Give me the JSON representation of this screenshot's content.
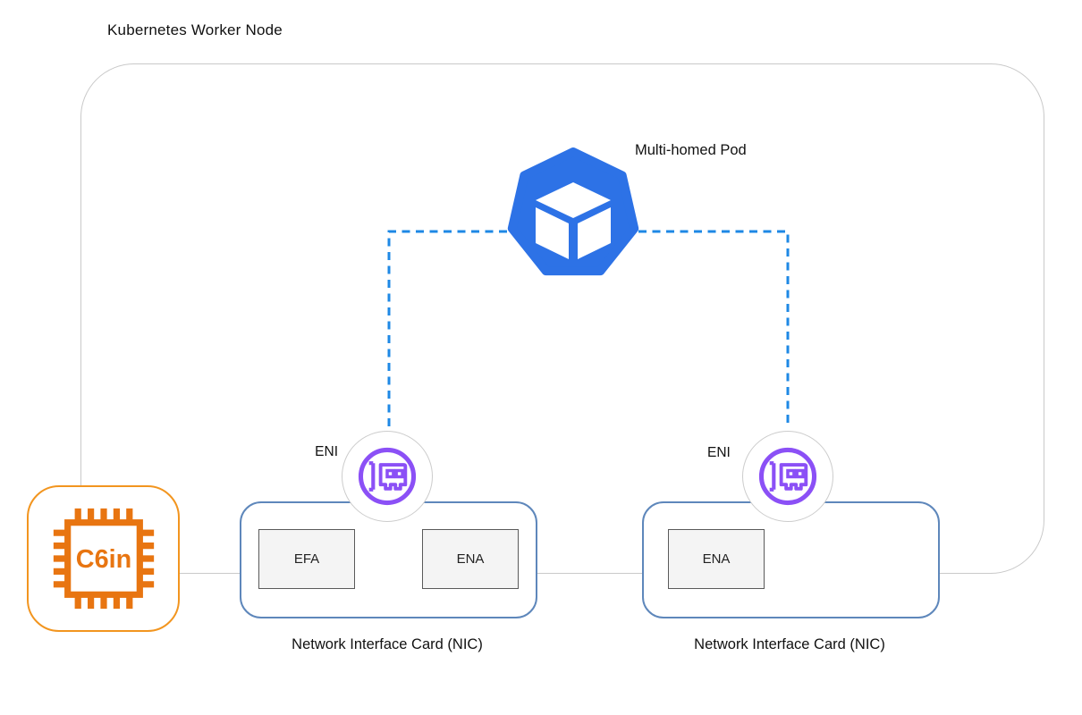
{
  "title": "Kubernetes Worker Node",
  "pod": {
    "label": "Multi-homed Pod",
    "icon": "kubernetes-pod-icon"
  },
  "eni": {
    "left_label": "ENI",
    "right_label": "ENI",
    "icon": "network-interface-icon"
  },
  "instance": {
    "label": "C6in",
    "icon": "ec2-instance-chip-icon"
  },
  "nic_cards": [
    {
      "label": "Network Interface Card (NIC)",
      "adapters": [
        "EFA",
        "ENA"
      ]
    },
    {
      "label": "Network Interface Card (NIC)",
      "adapters": [
        "ENA"
      ]
    }
  ],
  "colors": {
    "pod_blue": "#2D72E6",
    "dashed_connector_blue": "#1E88E5",
    "eni_purple": "#8B50F6",
    "eni_circle_border": "#CCCCCC",
    "nic_border_blue": "#5E87BB",
    "node_border_gray": "#C9C9C9",
    "instance_orange": "#E87511",
    "instance_border_orange": "#F2951F",
    "adapter_fill": "#F4F4F4",
    "adapter_border": "#5A5A5A"
  }
}
